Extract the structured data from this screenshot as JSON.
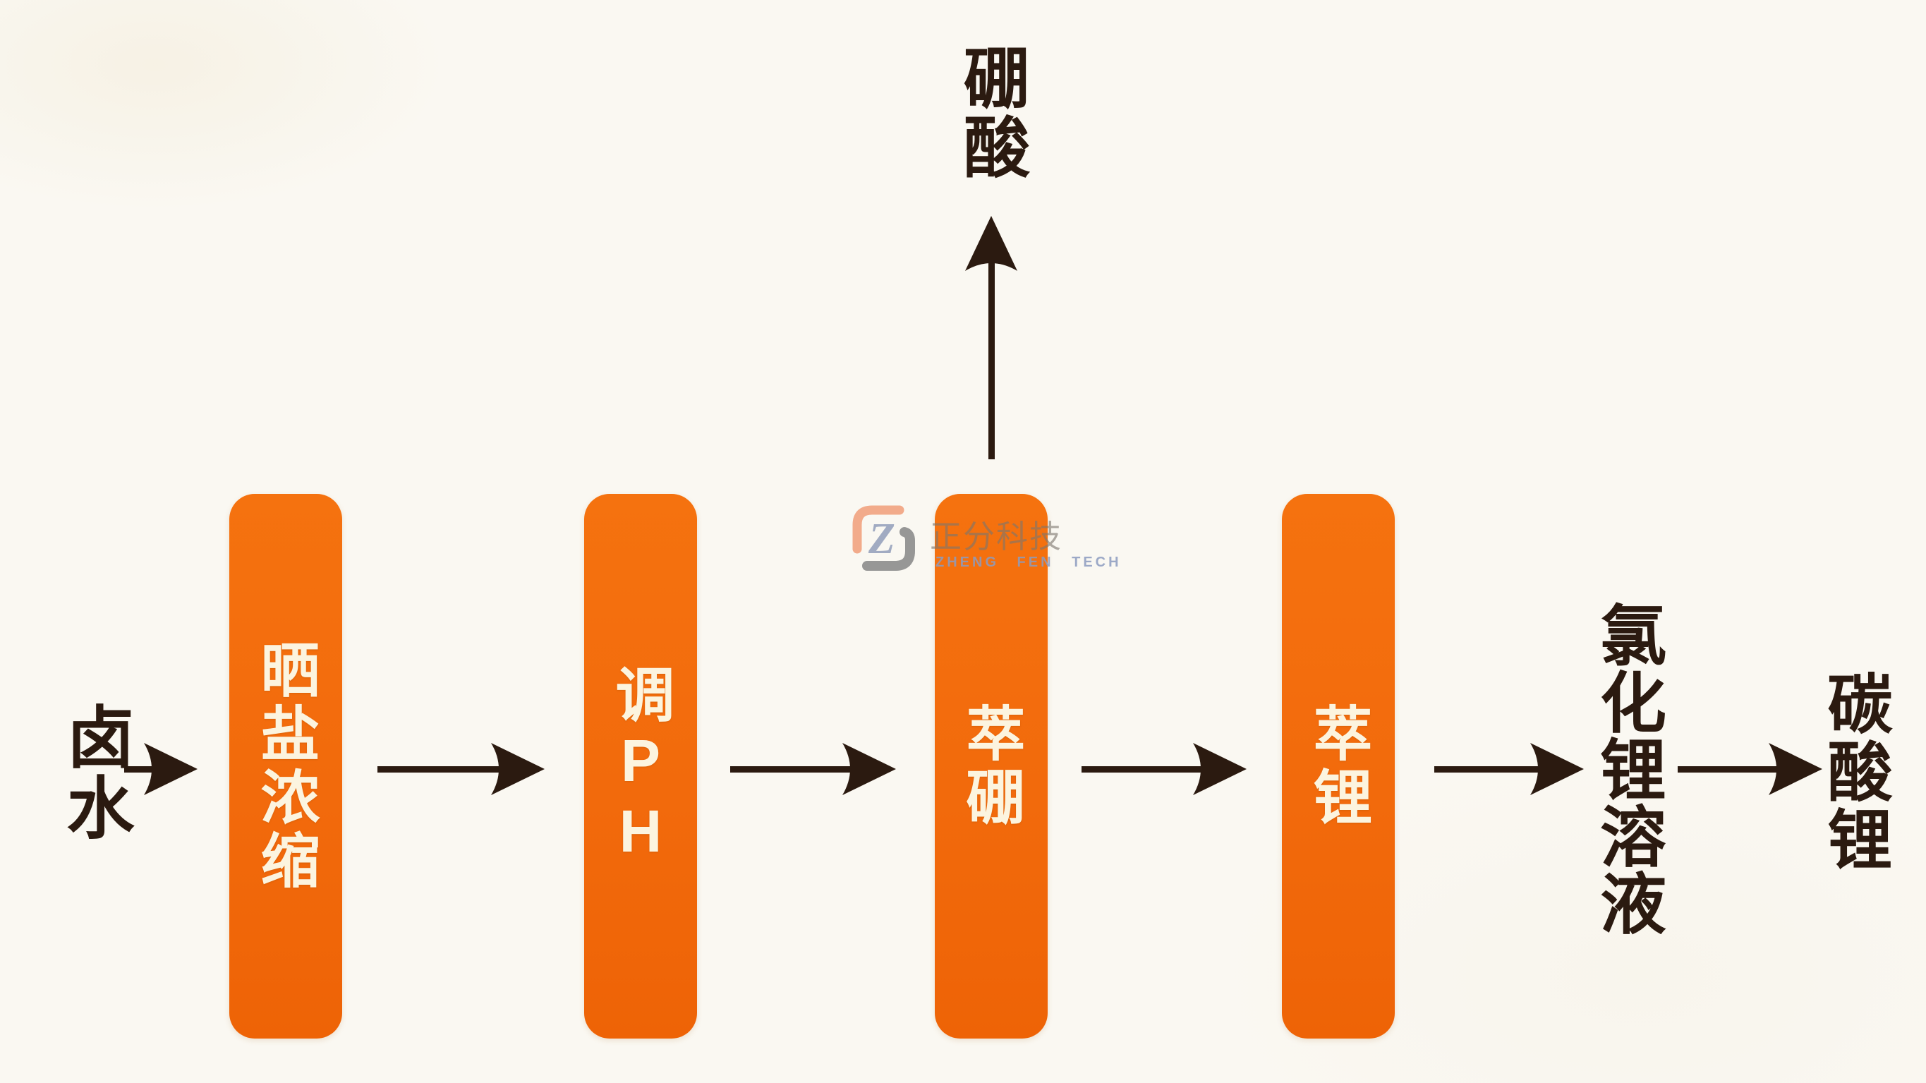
{
  "diagram": {
    "input_label": "卤水",
    "steps": [
      {
        "label": "晒盐浓缩"
      },
      {
        "label": "调PH"
      },
      {
        "label": "萃硼"
      },
      {
        "label": "萃锂"
      }
    ],
    "top_output_label": "硼酸",
    "solution_label": "氯化锂溶液",
    "final_output_label": "碳酸锂"
  },
  "watermark": {
    "logo_letter": "Z",
    "brand_name": "正分科技",
    "brand_name_en": "ZHENG FEN TECH"
  },
  "colors": {
    "process_box_orange": "#F2690C",
    "box_text_cream": "#FCF4DF",
    "ink_dark_brown": "#2B1A10",
    "background_cream": "#FAF8F2",
    "logo_arc_orange": "#F2A583",
    "logo_arc_gray": "#8F8F8F",
    "logo_letter_blue_gray": "#9AA5BE"
  }
}
